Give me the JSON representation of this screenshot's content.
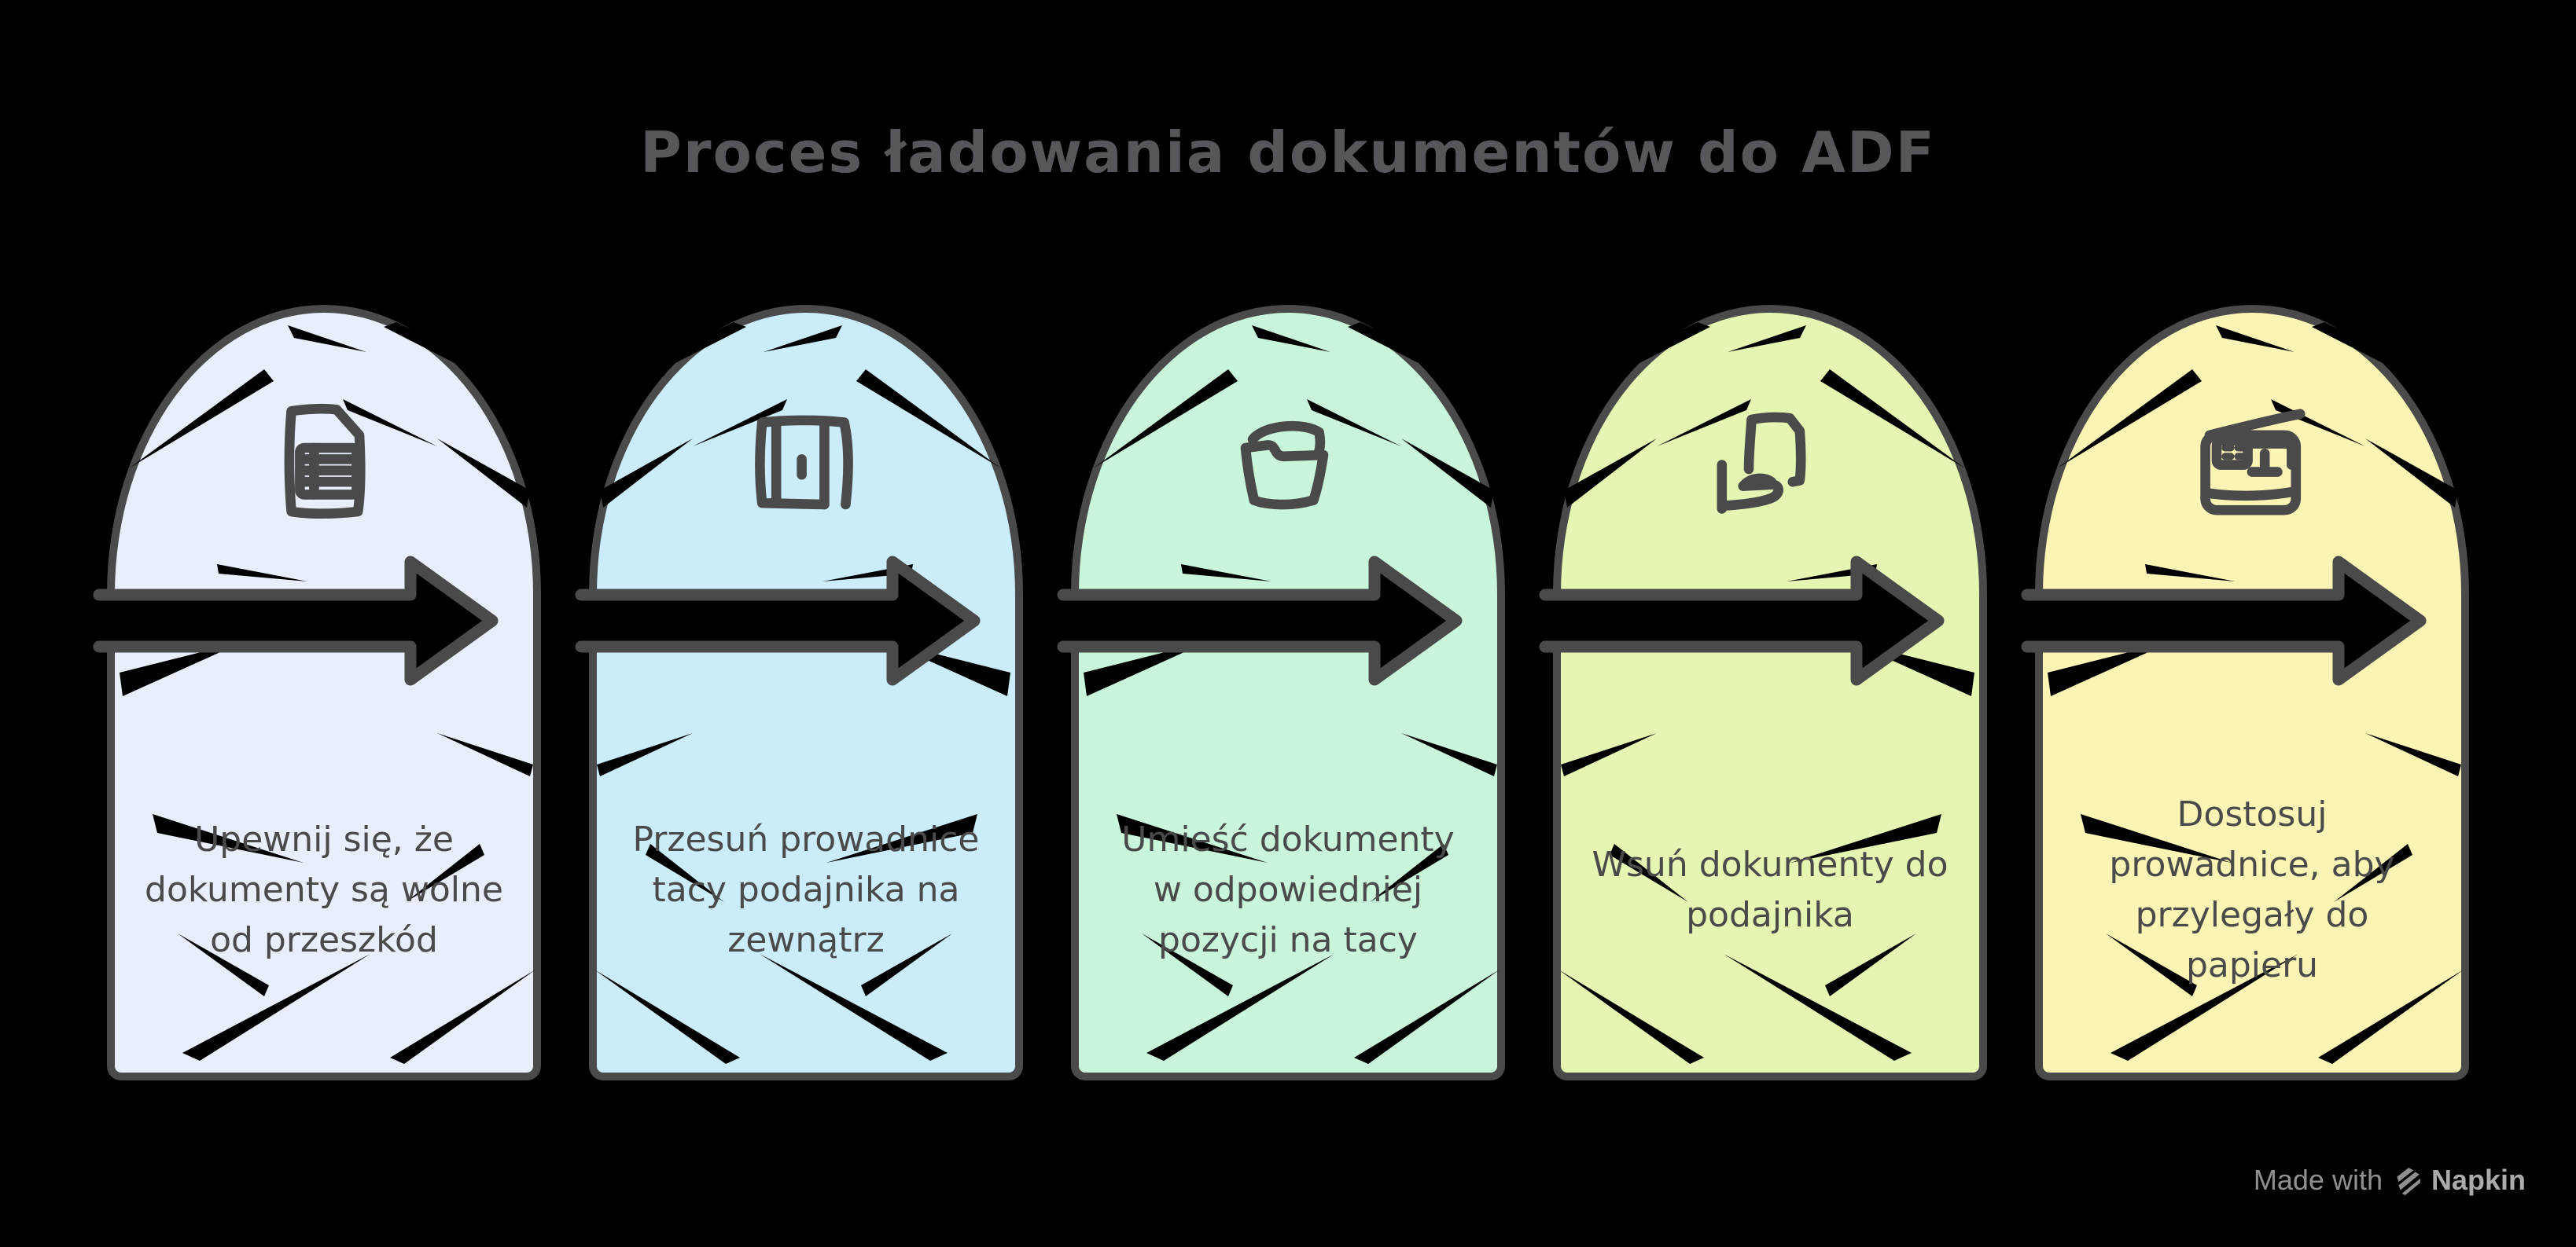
{
  "diagram": {
    "title": "Proces ładowania dokumentów do ADF",
    "background_color": "#000000",
    "stroke_color": "#4a4a4b",
    "title_color": "#56575b"
  },
  "steps": [
    {
      "icon": "document-grid-icon",
      "fill": "#e8eefb",
      "text": "Upewnij się, że dokumenty są wolne od przeszkód"
    },
    {
      "icon": "sliding-tray-icon",
      "fill": "#cbecfa",
      "text": "Przesuń prowadnice tacy podajnika na zewnątrz"
    },
    {
      "icon": "open-folder-icon",
      "fill": "#c9f6da",
      "text": "Umieść dokumenty w odpowiedniej pozycji na tacy"
    },
    {
      "icon": "insert-paper-icon",
      "fill": "#e5f6b2",
      "text": "Wsuń dokumenty do podajnika"
    },
    {
      "icon": "copier-scanner-icon",
      "fill": "#fcf4b5",
      "text": "Dostosuj prowadnice, aby przylegały do papieru"
    }
  ],
  "credit": {
    "made_with": "Made with",
    "brand": "Napkin",
    "logo": "napkin-logo-icon",
    "text_color": "#8f9092",
    "brand_color": "#a9abad"
  }
}
